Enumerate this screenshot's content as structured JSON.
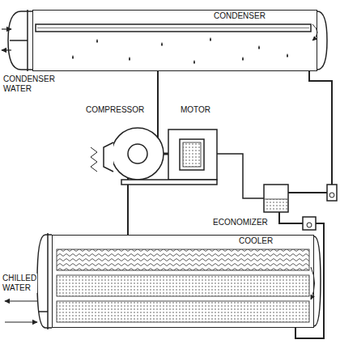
{
  "diagram": {
    "nodes": [
      {
        "text": [
          "CONDENSER"
        ]
      },
      {
        "text": [
          "COOLER"
        ]
      }
    ],
    "edges": [
      {
        "from": 0,
        "to": 1,
        "arrow": "none"
      },
      {
        "from": 1,
        "to": 0,
        "arrow": "none"
      }
    ],
    "labels": [
      "CONDENSER WATER",
      "COMPRESSOR",
      "MOTOR",
      "ECONOMIZER",
      "CHILLED WATER"
    ]
  }
}
